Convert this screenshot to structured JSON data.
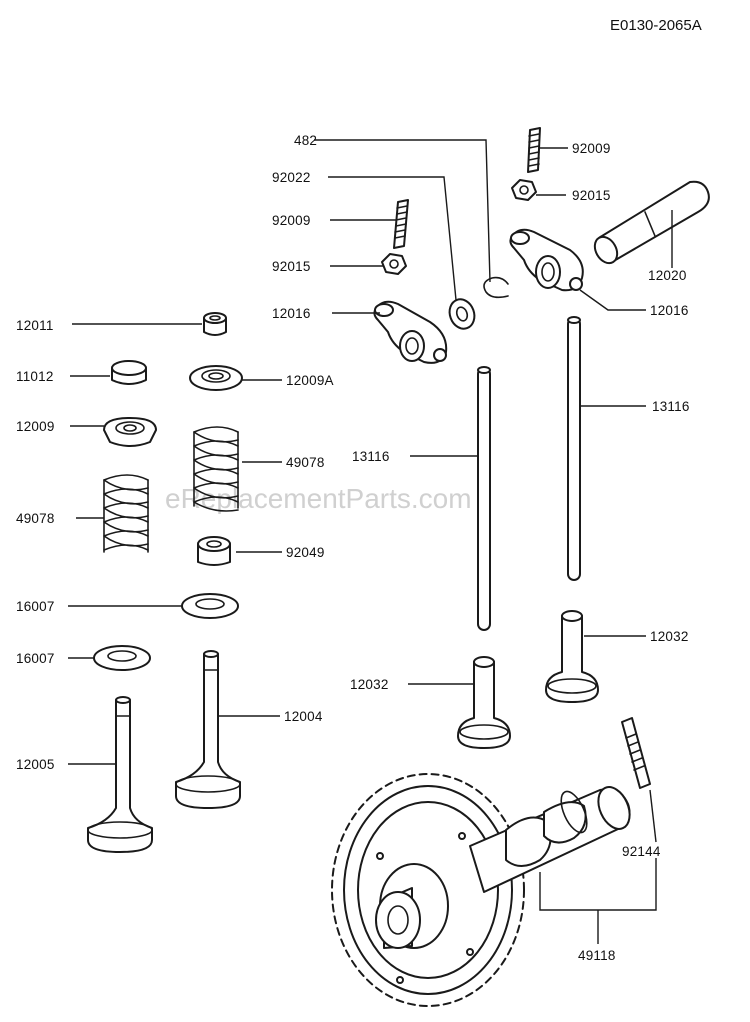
{
  "diagram_code": "E0130-2065A",
  "watermark": "eReplacementParts.com",
  "labels": {
    "l482": "482",
    "l92009a": "92009",
    "l92022": "92022",
    "l92015a": "92015",
    "l92009b": "92009",
    "l92015b": "92015",
    "l12020": "12020",
    "l12016a": "12016",
    "l12016b": "12016",
    "l12011": "12011",
    "l11012": "11012",
    "l12009A": "12009A",
    "l12009": "12009",
    "l49078a": "49078",
    "l13116a": "13116",
    "l13116b": "13116",
    "l49078b": "49078",
    "l92049": "92049",
    "l16007a": "16007",
    "l16007b": "16007",
    "l12032a": "12032",
    "l12032b": "12032",
    "l12004": "12004",
    "l12005": "12005",
    "l92144": "92144",
    "l49118": "49118"
  }
}
